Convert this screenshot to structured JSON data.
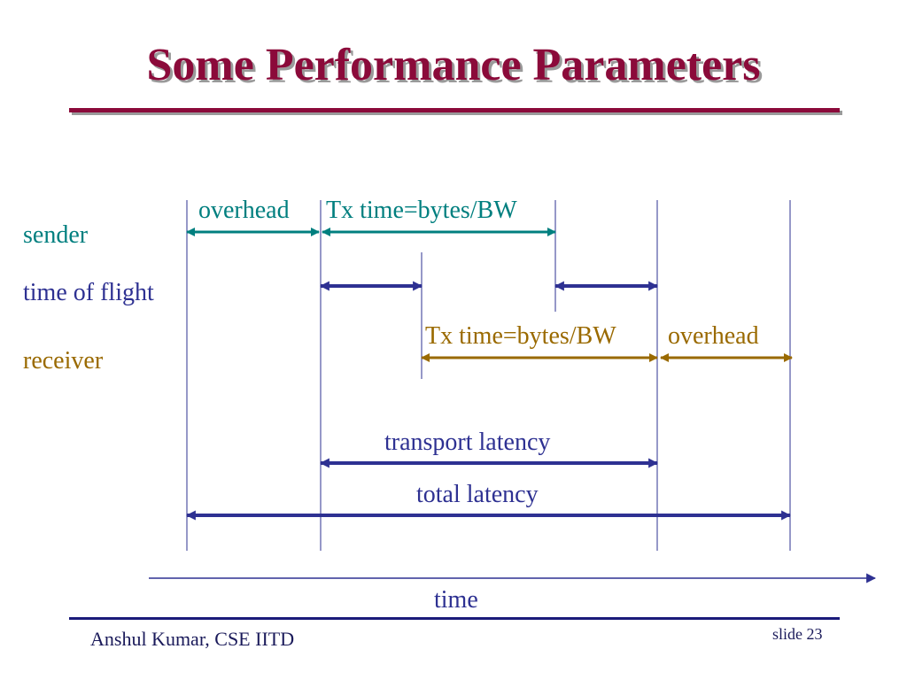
{
  "title": "Some Performance Parameters",
  "rows": {
    "sender": "sender",
    "time_of_flight": "time of flight",
    "receiver": "receiver"
  },
  "segments": {
    "sender_overhead": "overhead",
    "sender_tx": "Tx time=bytes/BW",
    "receiver_tx": "Tx time=bytes/BW",
    "receiver_overhead": "overhead",
    "transport_latency": "transport latency",
    "total_latency": "total latency"
  },
  "axis": {
    "label": "time"
  },
  "footer": {
    "author": "Anshul Kumar, CSE IITD",
    "slide": "slide 23"
  },
  "colors": {
    "title": "#8b0a3a",
    "sender": "#007f7f",
    "flight": "#2e3192",
    "receiver": "#9a6a00",
    "guide_lines": "#2e3192"
  }
}
